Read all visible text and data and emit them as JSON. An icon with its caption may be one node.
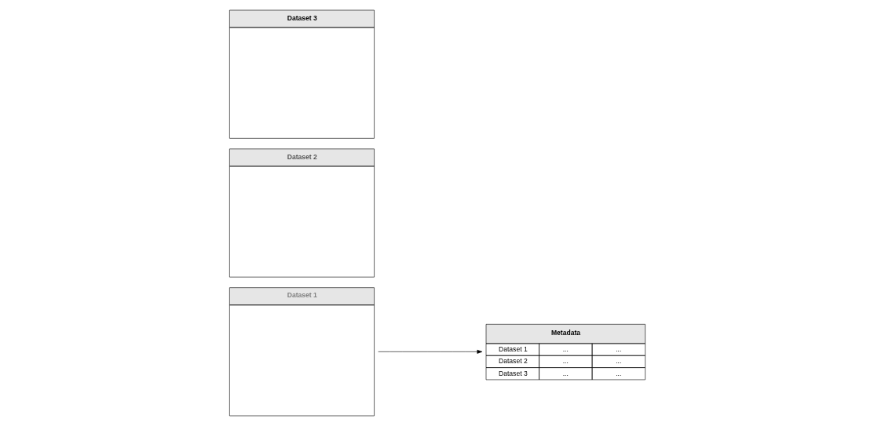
{
  "diagram": {
    "nodes": [
      {
        "text": [
          "Dataset 1"
        ]
      },
      {
        "text": [
          "Dataset 2"
        ]
      },
      {
        "text": [
          "Dataset 3"
        ]
      },
      {
        "text": [
          "Metadata",
          "Dataset 1",
          "...",
          "...",
          "Dataset 2",
          "...",
          "...",
          "Dataset 3",
          "...",
          "..."
        ]
      }
    ],
    "edges": [
      {
        "from": 0,
        "to": 3,
        "arrow": "to"
      }
    ]
  }
}
